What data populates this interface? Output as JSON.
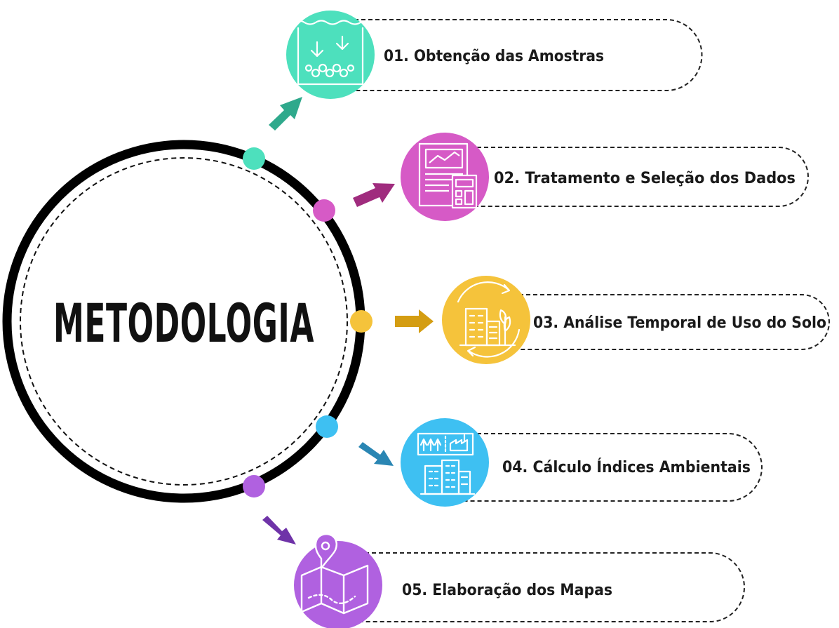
{
  "title": "METODOLOGIA",
  "steps": [
    {
      "label": "01. Obtenção das Amostras",
      "color": "#4de0bd",
      "arrow_color": "#2fa98c",
      "icon": "water-sample-icon"
    },
    {
      "label": "02.  Tratamento e Seleção dos Dados",
      "color": "#d65ac6",
      "arrow_color": "#a02c7e",
      "icon": "report-calculator-icon"
    },
    {
      "label": "03. Análise Temporal de Uso do Solo",
      "color": "#f5c33b",
      "arrow_color": "#d49d12",
      "icon": "city-cycle-icon"
    },
    {
      "label": "04. Cálculo Índices Ambientais",
      "color": "#3ec0f2",
      "arrow_color": "#2a86b3",
      "icon": "environment-building-icon"
    },
    {
      "label": "05. Elaboração dos Mapas",
      "color": "#b061e0",
      "arrow_color": "#6f33a8",
      "icon": "map-pin-icon"
    }
  ]
}
